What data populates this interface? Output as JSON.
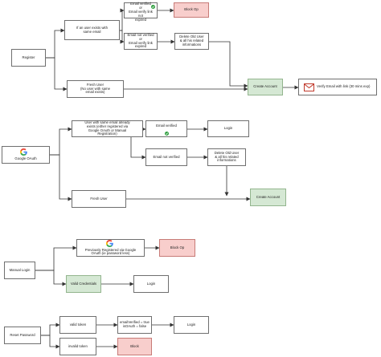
{
  "colors": {
    "green_fill": "#d5e8d4",
    "red_fill": "#f8cecc",
    "line": "#333333"
  },
  "register": {
    "start": "Register",
    "user_exists": "If an user exists with\nsame email",
    "email_verified": "Email verified\nor\nEmail verify link not\nexpired",
    "block_op": "Block Op",
    "email_not_verified": "Email not verified\nor\nEmail verify link\nexpired",
    "delete_old_user": "Delete Old User\n& all his related\ninformations",
    "fresh_user": "Fresh User\n(No user with same\nemail exists)",
    "create_account": "Create Account",
    "verify_email": "Verify Email with link (30 mins exp)"
  },
  "google_oauth": {
    "start": "Google OAuth",
    "user_same_email": "User with same email already\nexists (either registered via\nGoogle OAuth or Manual\nRegistration)",
    "email_verified": "Email verified",
    "login": "Login",
    "email_not_verified": "Email not verified",
    "delete_old_user": "Delete Old User\n& all his related\ninformations",
    "fresh_user": "Fresh User",
    "create_account": "Create Account"
  },
  "manual_login": {
    "start": "Manual Login",
    "prev_registered": "Previously Registered via Google\nOAuth (ie password less)",
    "block_op": "Block Op",
    "valid_credentials": "Valid Credentials",
    "login": "Login"
  },
  "reset_password": {
    "start": "Reset Password",
    "valid_token": "valid token",
    "email_verified_true": "emailVerified = true\nisOAuth = false",
    "login": "Login",
    "invalid_token": "invalid token",
    "block": "Block"
  },
  "icons": [
    "check-icon",
    "google-icon",
    "mail-icon"
  ]
}
